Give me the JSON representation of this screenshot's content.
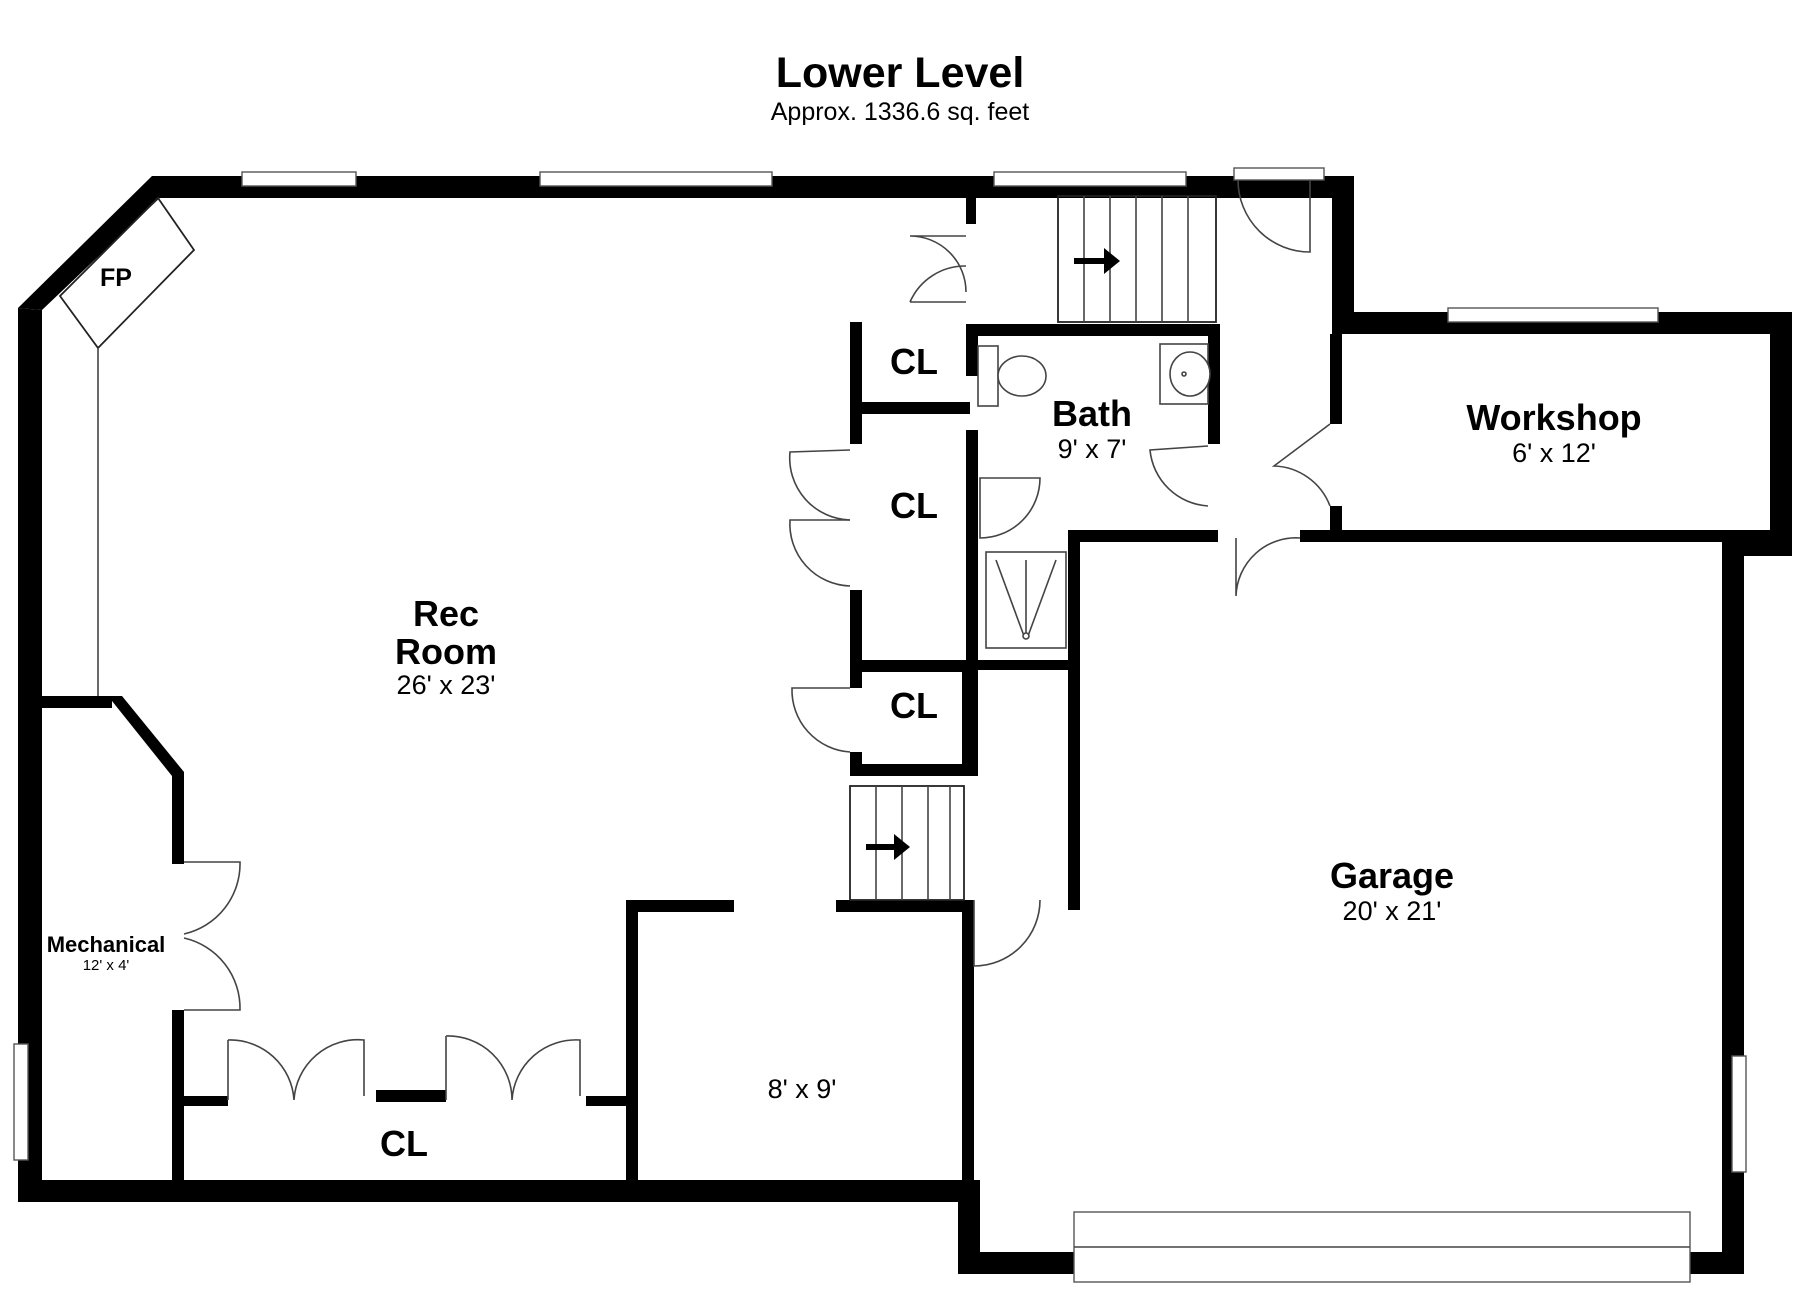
{
  "header": {
    "title": "Lower Level",
    "subtitle": "Approx. 1336.6 sq. feet"
  },
  "rooms": {
    "rec_room": {
      "name_line1": "Rec",
      "name_line2": "Room",
      "dims": "26' x 23'"
    },
    "bath": {
      "name": "Bath",
      "dims": "9' x 7'"
    },
    "workshop": {
      "name": "Workshop",
      "dims": "6' x 12'"
    },
    "garage": {
      "name": "Garage",
      "dims": "20' x 21'"
    },
    "mechanical": {
      "name": "Mechanical",
      "dims": "12' x 4'"
    },
    "unnamed_room": {
      "dims": "8' x 9'"
    },
    "fireplace": {
      "label": "FP"
    },
    "closets": [
      {
        "label": "CL"
      },
      {
        "label": "CL"
      },
      {
        "label": "CL"
      },
      {
        "label": "CL"
      }
    ]
  },
  "colors": {
    "wall": "#000000",
    "line": "#444444",
    "background": "#ffffff"
  },
  "icons": [
    "stair-arrow-icon",
    "toilet-icon",
    "sink-icon",
    "shower-icon"
  ]
}
